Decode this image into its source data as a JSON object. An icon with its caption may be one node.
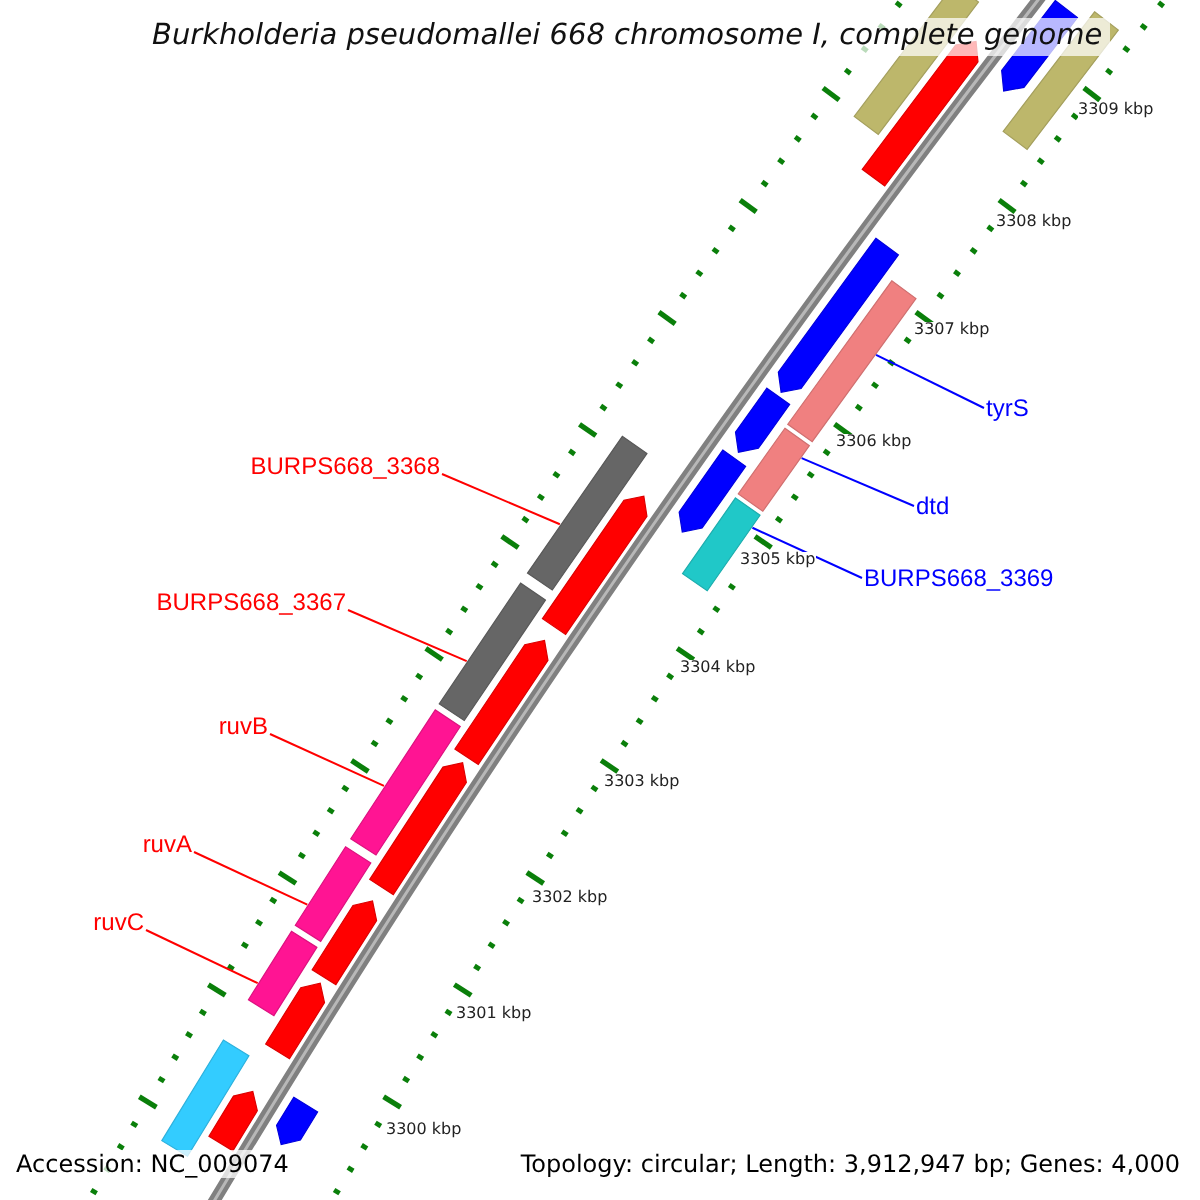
{
  "diagram": {
    "title": "Burkholderia pseudomallei 668 chromosome I, complete genome",
    "nodes": [
      {
        "text": [
          "BURPS668_3368"
        ]
      },
      {
        "text": [
          "BURPS668_3367"
        ]
      },
      {
        "text": [
          "ruvB"
        ]
      },
      {
        "text": [
          "ruvA"
        ]
      },
      {
        "text": [
          "ruvC"
        ]
      },
      {
        "text": [
          "tyrS"
        ]
      },
      {
        "text": [
          "dtd"
        ]
      },
      {
        "text": [
          "BURPS668_3369"
        ]
      },
      {
        "text": [],
        "shape": "bar"
      },
      {
        "text": [],
        "shape": "bar"
      },
      {
        "text": [],
        "shape": "bar"
      },
      {
        "text": [],
        "shape": "bar"
      },
      {
        "text": [],
        "shape": "bar"
      },
      {
        "text": [],
        "shape": "bar"
      },
      {
        "text": [],
        "shape": "bar"
      },
      {
        "text": [],
        "shape": "bar"
      },
      {
        "text": [],
        "shape": "bar"
      },
      {
        "text": [],
        "shape": "bar"
      },
      {
        "text": [],
        "shape": "bar"
      },
      {
        "text": [],
        "shape": "bar"
      },
      {
        "text": [],
        "shape": "bar"
      },
      {
        "text": [],
        "shape": "bar"
      },
      {
        "text": [],
        "shape": "bar"
      },
      {
        "text": [],
        "shape": "bar"
      },
      {
        "text": [],
        "shape": "bar"
      },
      {
        "text": [],
        "shape": "bar"
      },
      {
        "text": [],
        "shape": "bar"
      },
      {
        "text": [],
        "shape": "bar"
      },
      {
        "text": [],
        "shape": "bar"
      },
      {
        "text": [],
        "shape": "bar"
      },
      {
        "text": [],
        "shape": "bar"
      }
    ],
    "edges": [
      {
        "from": 0,
        "to": 18,
        "arrow": "none"
      },
      {
        "from": 1,
        "to": 20,
        "arrow": "none"
      },
      {
        "from": 2,
        "to": 22,
        "arrow": "none"
      },
      {
        "from": 3,
        "to": 24,
        "arrow": "none"
      },
      {
        "from": 4,
        "to": 26,
        "arrow": "none"
      },
      {
        "from": 5,
        "to": 13,
        "arrow": "none",
        "color": "#0000ff"
      },
      {
        "from": 6,
        "to": 15,
        "arrow": "none",
        "color": "#0000ff"
      },
      {
        "from": 7,
        "to": 17,
        "arrow": "none",
        "color": "#0000ff"
      }
    ],
    "labels": [
      "3309 kbp",
      "3308 kbp",
      "3307 kbp",
      "3306 kbp",
      "3305 kbp",
      "3304 kbp",
      "3303 kbp",
      "3302 kbp",
      "3301 kbp",
      "3300 kbp",
      "Accession: NC_009074",
      "Topology: circular; Length: 3,912,947 bp; Genes: 4,000"
    ]
  }
}
